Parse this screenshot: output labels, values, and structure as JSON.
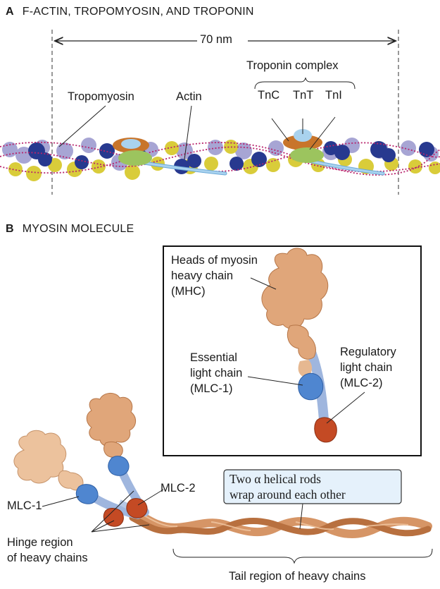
{
  "panel_a": {
    "letter": "A",
    "title": "F-ACTIN, TROPOMYOSIN, AND TROPONIN",
    "measure": "70 nm",
    "troponin_complex": "Troponin complex",
    "tnc": "TnC",
    "tnt": "TnT",
    "tni": "TnI",
    "tropomyosin": "Tropomyosin",
    "actin": "Actin"
  },
  "panel_b": {
    "letter": "B",
    "title": "MYOSIN MOLECULE",
    "inset": {
      "heads_line1": "Heads of myosin",
      "heads_line2": "heavy chain",
      "heads_line3": "(MHC)",
      "essential_line1": "Essential",
      "essential_line2": "light chain",
      "essential_line3": "(MLC-1)",
      "regulatory_line1": "Regulatory",
      "regulatory_line2": "light chain",
      "regulatory_line3": "(MLC-2)"
    },
    "mlc1": "MLC-1",
    "mlc2": "MLC-2",
    "hinge_line1": "Hinge region",
    "hinge_line2": "of heavy chains",
    "callout_line1": "Two α helical rods",
    "callout_line2": "wrap around each other",
    "tail": "Tail region of heavy chains"
  },
  "colors": {
    "actin_blue": "#27398f",
    "actin_lavender": "#a7a5d4",
    "actin_yellow": "#d9cc3a",
    "tropomyosin_pink": "#b8246c",
    "troponin_orange": "#c8752b",
    "troponin_green": "#9cc45e",
    "troponin_lightblue": "#a9d2ee",
    "myosin_tan": "#e0a67a",
    "light_chain_blue": "#4f86d0",
    "light_chain_red": "#c44a24",
    "callout_bg": "#e5f1fb"
  }
}
